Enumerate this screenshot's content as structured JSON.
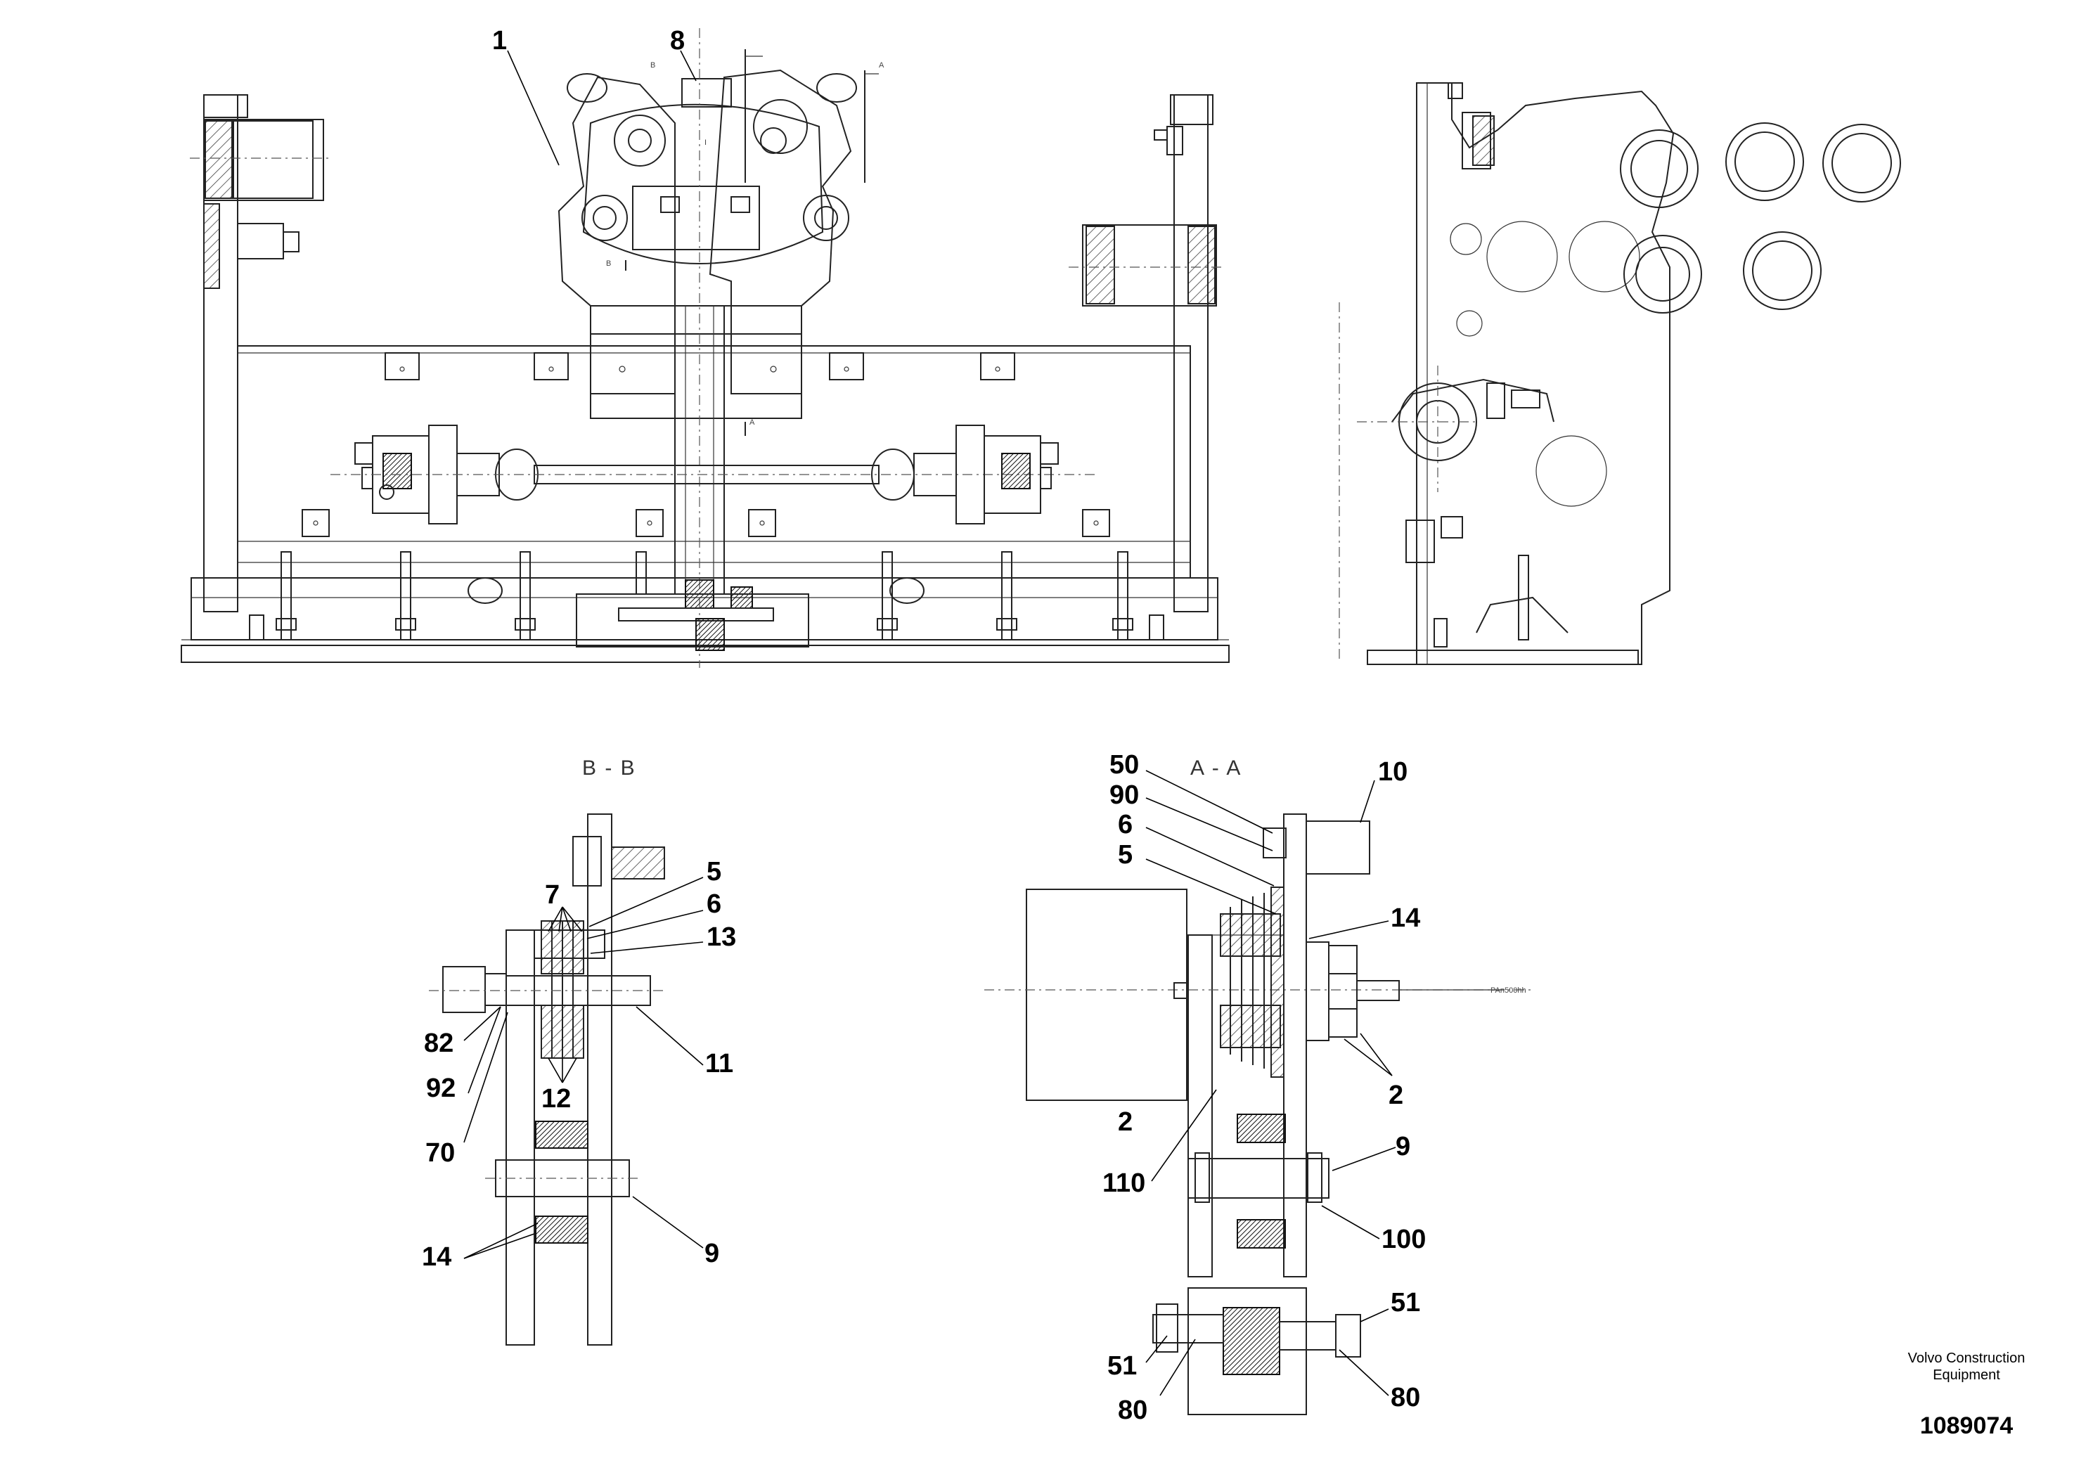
{
  "footer": {
    "company_line1": "Volvo Construction",
    "company_line2": "Equipment",
    "drawing_number": "1089074"
  },
  "sections": {
    "bb": "B - B",
    "aa": "A - A"
  },
  "view_markers": {
    "a_top": "A",
    "b_top": "B",
    "b_lower": "B",
    "a_lower": "A",
    "ref_i": "I",
    "note": "PAn500hh"
  },
  "callouts": {
    "main_1": "1",
    "main_8": "8",
    "bb_7": "7",
    "bb_5": "5",
    "bb_6": "6",
    "bb_13": "13",
    "bb_82": "82",
    "bb_11": "11",
    "bb_92": "92",
    "bb_12": "12",
    "bb_70": "70",
    "bb_14": "14",
    "bb_9": "9",
    "aa_50": "50",
    "aa_90": "90",
    "aa_10": "10",
    "aa_6": "6",
    "aa_5": "5",
    "aa_14": "14",
    "aa_2_right": "2",
    "aa_2_left": "2",
    "aa_9": "9",
    "aa_110": "110",
    "aa_100": "100",
    "aa_51_right": "51",
    "aa_51_left": "51",
    "aa_80_left": "80",
    "aa_80_right": "80"
  }
}
